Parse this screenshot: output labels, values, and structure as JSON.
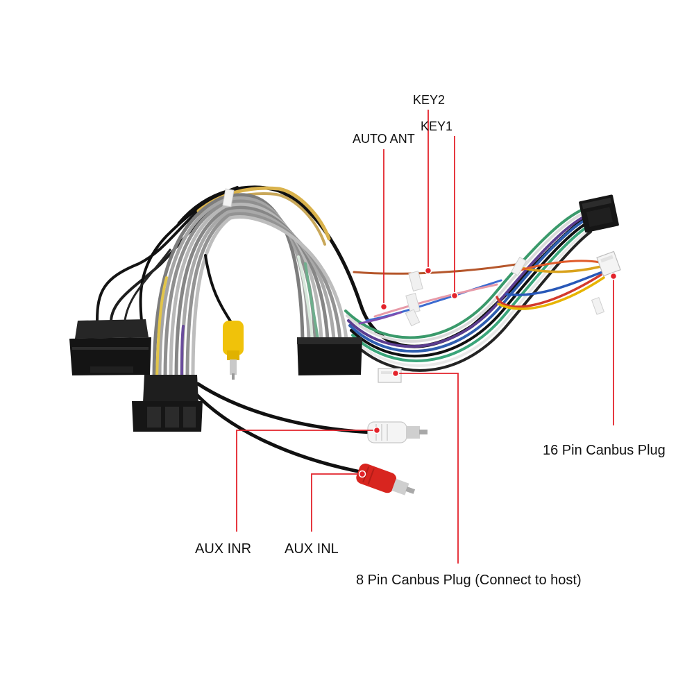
{
  "labels": {
    "key2": "KEY2",
    "key1": "KEY1",
    "auto_ant": "AUTO ANT",
    "canbus16": "16 Pin Canbus Plug",
    "aux_inr": "AUX INR",
    "aux_inl": "AUX INL",
    "canbus8": "8 Pin Canbus Plug (Connect to host)"
  },
  "colors": {
    "callout": "#e3232b",
    "background": "#ffffff",
    "rca_video": "#f0c20a",
    "rca_right": "#f4f4f4",
    "rca_left": "#d8251f"
  }
}
